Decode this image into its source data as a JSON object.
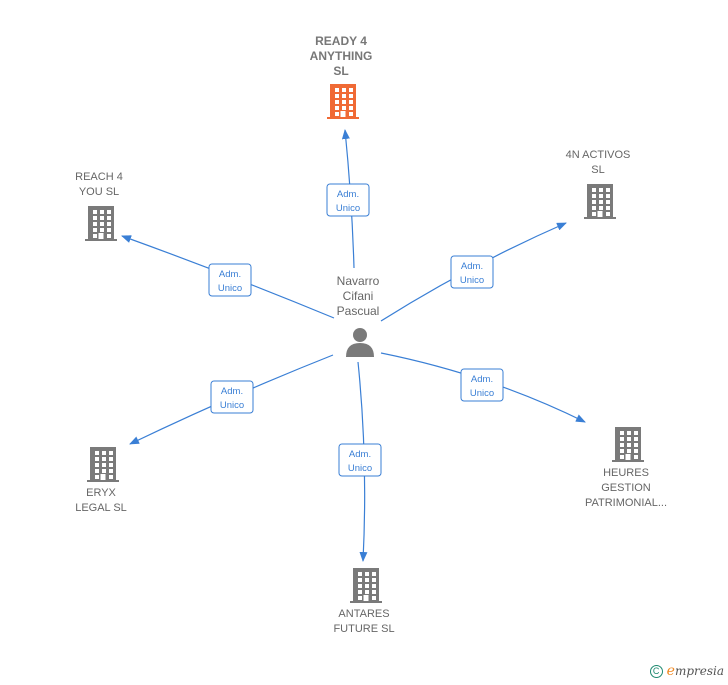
{
  "colors": {
    "edge": "#3a7fd5",
    "company_icon": "#7a7a7a",
    "focus_icon": "#f06a35",
    "person_icon": "#7a7a7a",
    "edge_label_text": "#3a7fd5",
    "edge_label_border": "#3a7fd5"
  },
  "person": {
    "label": "Navarro\nCifani\nPascual",
    "icon": "person-icon"
  },
  "companies": [
    {
      "id": "ready4",
      "label": "READY 4\nANYTHING\nSL",
      "focus": true,
      "icon": "building-icon"
    },
    {
      "id": "4nactivos",
      "label": "4N ACTIVOS\nSL",
      "focus": false,
      "icon": "building-icon"
    },
    {
      "id": "reach4",
      "label": "REACH 4\nYOU  SL",
      "focus": false,
      "icon": "building-icon"
    },
    {
      "id": "heures",
      "label": "HEURES\nGESTION\nPATRIMONIAL...",
      "focus": false,
      "icon": "building-icon"
    },
    {
      "id": "eryx",
      "label": "ERYX\nLEGAL  SL",
      "focus": false,
      "icon": "building-icon"
    },
    {
      "id": "antares",
      "label": "ANTARES\nFUTURE SL",
      "focus": false,
      "icon": "building-icon"
    }
  ],
  "edges": [
    {
      "to": "ready4",
      "label": "Adm.\nUnico"
    },
    {
      "to": "4nactivos",
      "label": "Adm.\nUnico"
    },
    {
      "to": "reach4",
      "label": "Adm.\nUnico"
    },
    {
      "to": "heures",
      "label": "Adm.\nUnico"
    },
    {
      "to": "eryx",
      "label": "Adm.\nUnico"
    },
    {
      "to": "antares",
      "label": "Adm.\nUnico"
    }
  ],
  "footer": {
    "copyright_symbol": "C",
    "brand_first": "e",
    "brand_rest": "mpresia"
  }
}
